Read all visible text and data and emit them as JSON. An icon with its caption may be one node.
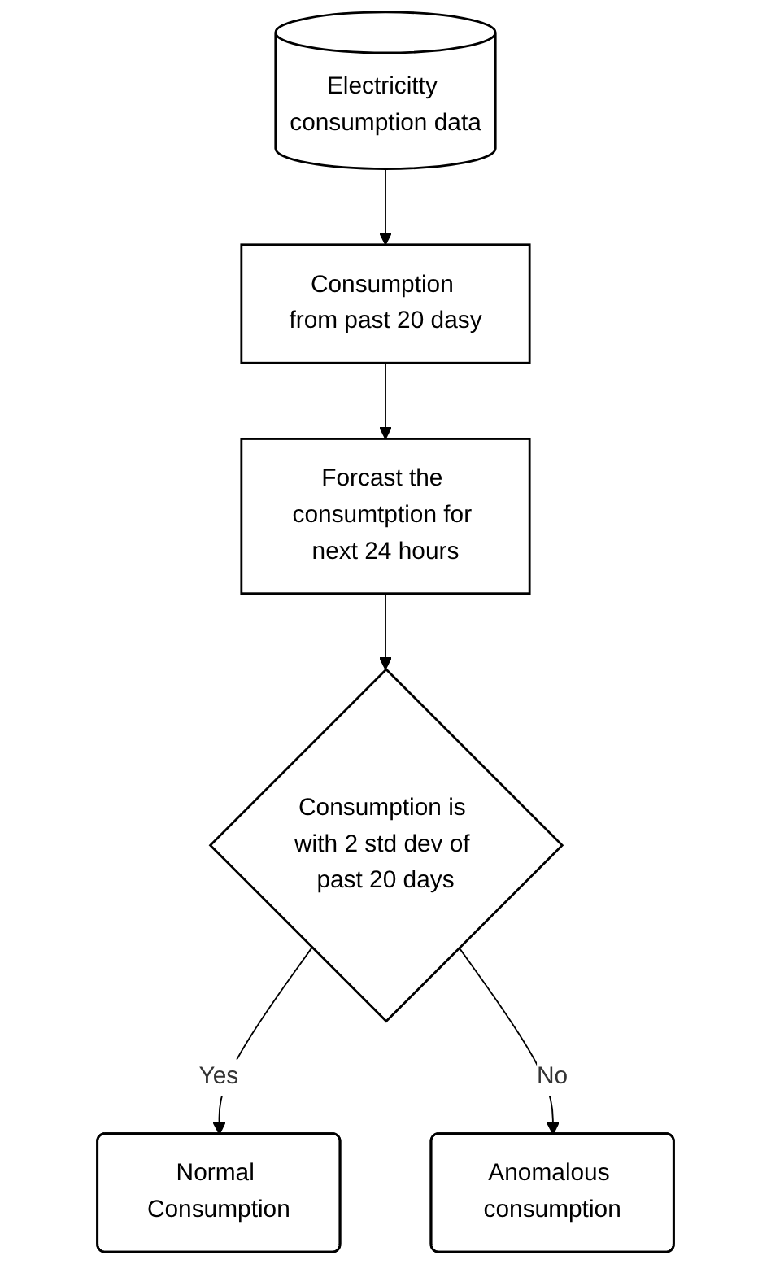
{
  "diagram": {
    "nodes": [
      {
        "text": [
          "Electricitty consumption data"
        ]
      },
      {
        "text": [
          "Consumption from past 20 dasy"
        ]
      },
      {
        "text": [
          "Forcast the consumtption for next 24 hours"
        ]
      },
      {
        "text": [
          "Consumption is with 2 std dev of past 20 days"
        ]
      },
      {
        "text": [
          "Normal Consumption"
        ]
      },
      {
        "text": [
          "Anomalous consumption"
        ]
      }
    ],
    "edges": [
      {
        "from": 0,
        "to": 1,
        "arrow": "to"
      },
      {
        "from": 1,
        "to": 2,
        "arrow": "to"
      },
      {
        "from": 2,
        "to": 3,
        "arrow": "to"
      },
      {
        "from": 3,
        "to": 4,
        "label": "Yes",
        "arrow": "to"
      },
      {
        "from": 3,
        "to": 5,
        "label": "No",
        "arrow": "to"
      }
    ]
  }
}
